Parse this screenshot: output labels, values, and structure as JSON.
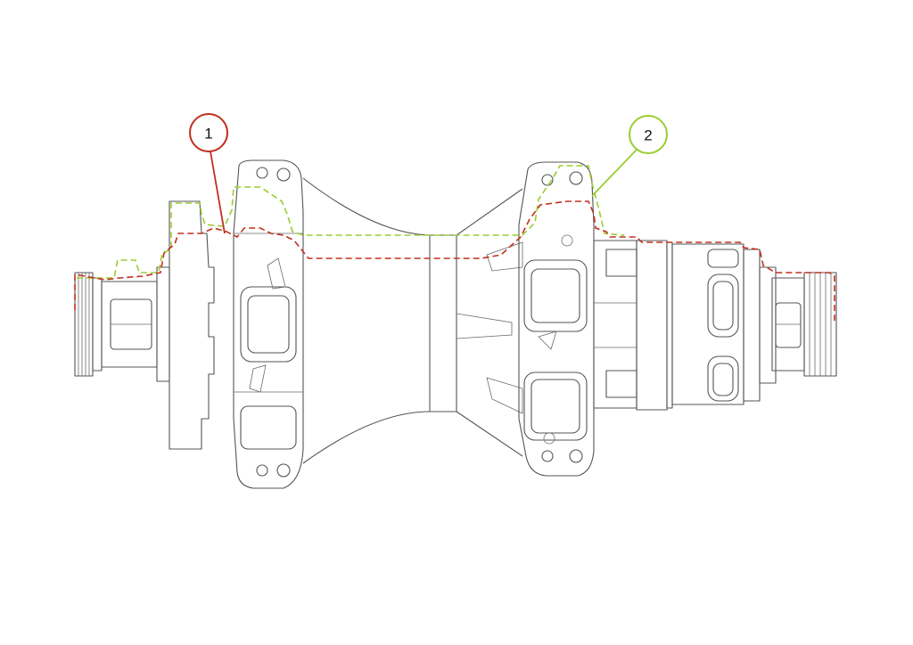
{
  "callouts": [
    {
      "id": "1",
      "label": "1",
      "color": "#c0301f"
    },
    {
      "id": "2",
      "label": "2",
      "color": "#9acd32"
    }
  ],
  "colors": {
    "outline": "#555555",
    "profile_1": "#c0301f",
    "profile_2": "#9acd32",
    "background": "#ffffff"
  }
}
